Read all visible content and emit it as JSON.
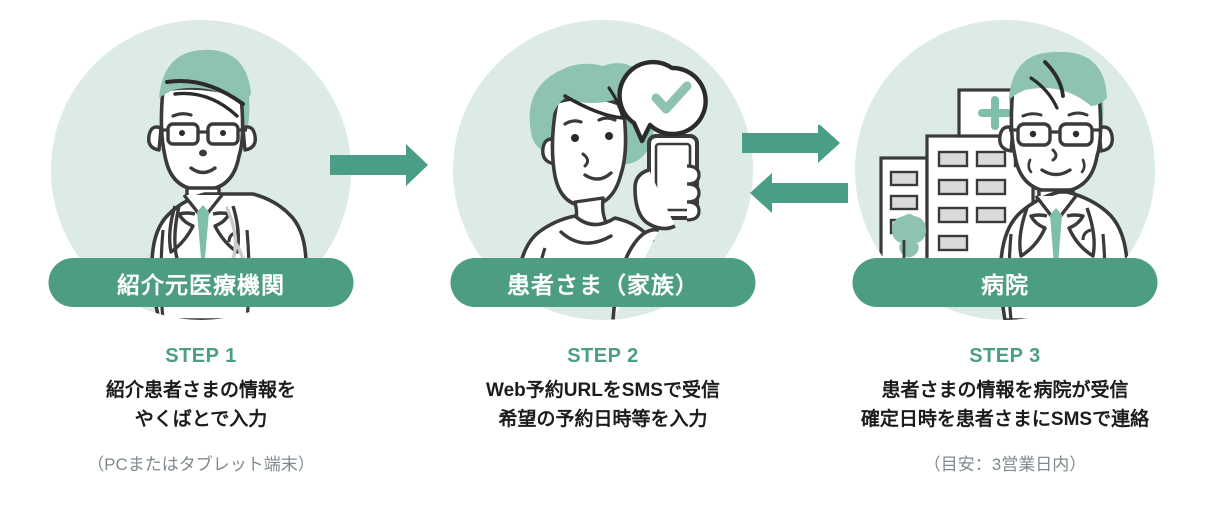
{
  "theme": {
    "accent_green": "#4a9d86",
    "pill_green": "#4d9d84",
    "circle_bg": "#dcebe6",
    "text_dark": "#1c1c1c",
    "note_gray": "#808a8e",
    "line_dark": "#3a3a3a",
    "hair_teal": "#8ec3b3",
    "tie_teal": "#7dbfab",
    "window_gray": "#d8dadb"
  },
  "steps": [
    {
      "pill_label": "紹介元医療機関",
      "step_label": "STEP 1",
      "desc_lines": [
        "紹介患者さまの情報を",
        "やくばとで入力"
      ],
      "note": "（PCまたはタブレット端末）",
      "illustration": "doctor-with-stethoscope-icon"
    },
    {
      "pill_label": "患者さま（家族）",
      "step_label": "STEP 2",
      "desc_lines": [
        "Web予約URLをSMSで受信",
        "希望の予約日時等を入力"
      ],
      "note": "",
      "illustration": "patient-with-smartphone-icon"
    },
    {
      "pill_label": "病院",
      "step_label": "STEP 3",
      "desc_lines": [
        "患者さまの情報を病院が受信",
        "確定日時を患者さまにSMSで連絡"
      ],
      "note": "（目安：3営業日内）",
      "illustration": "doctor-with-hospital-building-icon"
    }
  ],
  "connectors": [
    {
      "name": "arrow-right-single",
      "directions": [
        "right"
      ]
    },
    {
      "name": "arrow-right-left-pair",
      "directions": [
        "right",
        "left"
      ]
    }
  ]
}
